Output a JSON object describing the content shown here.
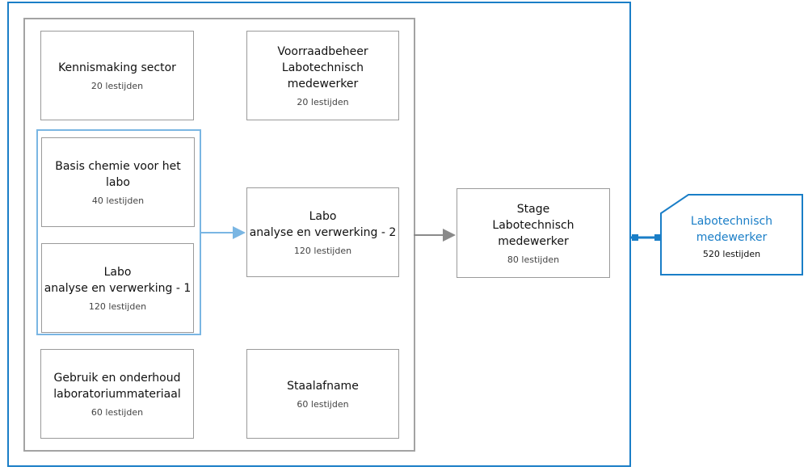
{
  "program": {
    "modules": [
      {
        "id": "kennismaking",
        "title": [
          "Kennismaking sector"
        ],
        "hours": "20 lestijden"
      },
      {
        "id": "voorraadbeheer",
        "title": [
          "Voorraadbeheer",
          "Labotechnisch medewerker"
        ],
        "hours": "20 lestijden"
      },
      {
        "id": "basis-chemie",
        "title": [
          "Basis chemie voor het labo"
        ],
        "hours": "40 lestijden"
      },
      {
        "id": "labo-1",
        "title": [
          "Labo",
          "analyse en verwerking - 1"
        ],
        "hours": "120 lestijden"
      },
      {
        "id": "labo-2",
        "title": [
          "Labo",
          "analyse en verwerking - 2"
        ],
        "hours": "120 lestijden"
      },
      {
        "id": "gebruik-onderhoud",
        "title": [
          "Gebruik en onderhoud",
          "laboratoriummateriaal"
        ],
        "hours": "60 lestijden"
      },
      {
        "id": "staalafname",
        "title": [
          "Staalafname"
        ],
        "hours": "60 lestijden"
      },
      {
        "id": "stage",
        "title": [
          "Stage",
          "Labotechnisch medewerker"
        ],
        "hours": "80 lestijden"
      }
    ],
    "outcome": {
      "title": "Labotechnisch medewerker",
      "hours": "520 lestijden"
    }
  },
  "colors": {
    "frame": "#1a7ec7",
    "inner_frame": "#a3a3a3",
    "group": "#7ab6e3",
    "arrow_gray": "#8a8a8a"
  }
}
